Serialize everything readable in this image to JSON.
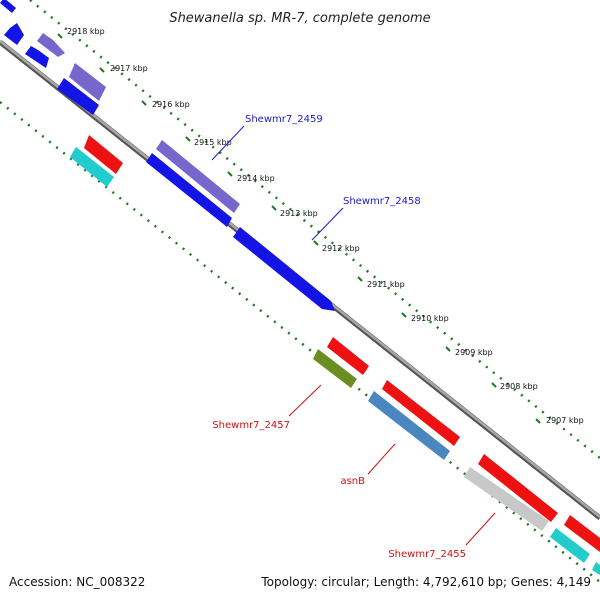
{
  "title": "Shewanella sp. MR-7, complete genome",
  "footer": {
    "accession": "Accession: NC_008322",
    "summary": "Topology: circular; Length: 4,792,610 bp; Genes: 4,149"
  },
  "ticks": [
    "2918 kbp",
    "2917 kbp",
    "2916 kbp",
    "2915 kbp",
    "2914 kbp",
    "2913 kbp",
    "2912 kbp",
    "2911 kbp",
    "2910 kbp",
    "2909 kbp",
    "2908 kbp",
    "2907 kbp"
  ],
  "gene_labels": {
    "shewmr7_2459": "Shewmr7_2459",
    "shewmr7_2458": "Shewmr7_2458",
    "shewmr7_2457": "Shewmr7_2457",
    "asnb": "asnB",
    "shewmr7_2455": "Shewmr7_2455"
  },
  "colors": {
    "forward_label": "#1a1acc",
    "reverse_label": "#cc1111",
    "backbone": "#8a8a8a",
    "tick_dots": "#1f7a1f",
    "blue": "#1414e6",
    "purple": "#7766cc",
    "red": "#ee1111",
    "cyan": "#22cccc",
    "olive": "#6b8e23",
    "steel": "#4a86bf",
    "gray": "#c8c8c8"
  }
}
